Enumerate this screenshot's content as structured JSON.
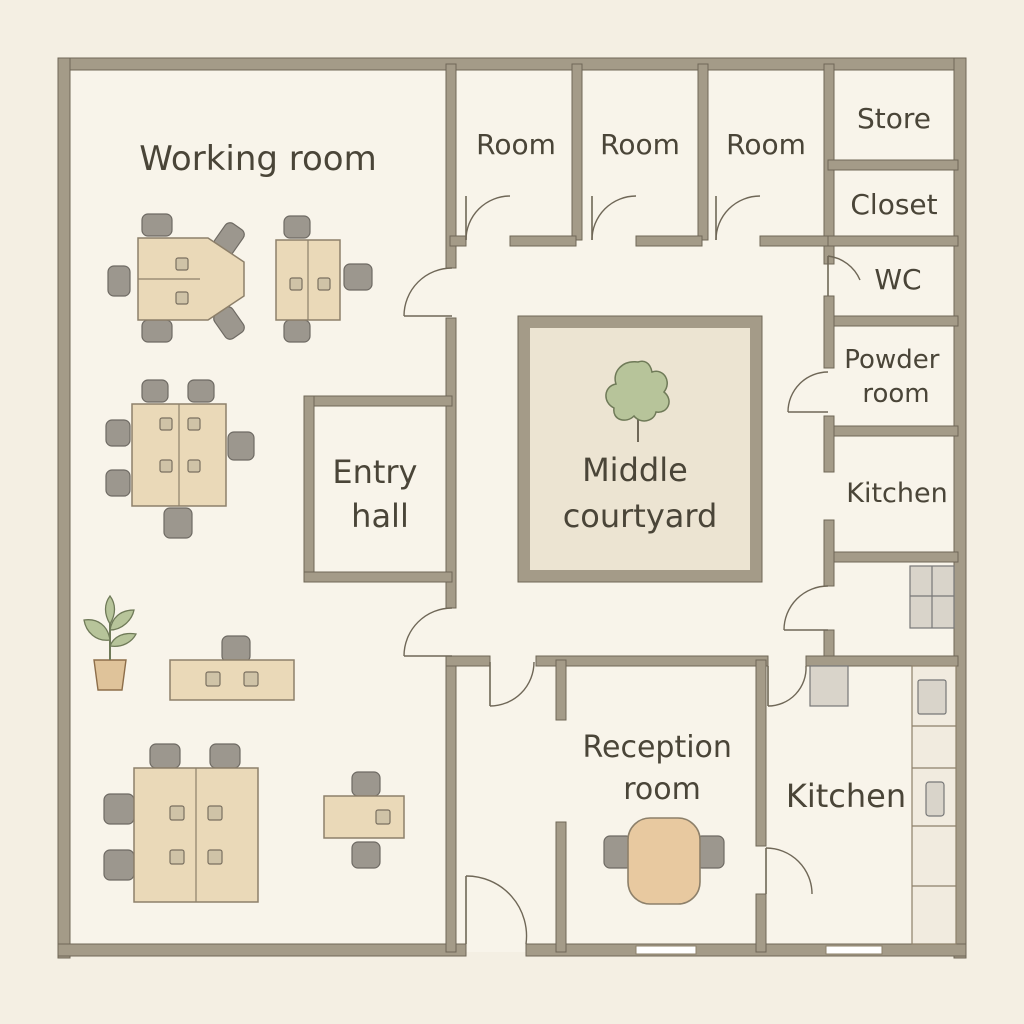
{
  "plan": {
    "rooms": [
      {
        "id": "working-room",
        "lines": [
          "Working room"
        ]
      },
      {
        "id": "room-1",
        "lines": [
          "Room"
        ]
      },
      {
        "id": "room-2",
        "lines": [
          "Room"
        ]
      },
      {
        "id": "room-3",
        "lines": [
          "Room"
        ]
      },
      {
        "id": "store",
        "lines": [
          "Store"
        ]
      },
      {
        "id": "closet",
        "lines": [
          "Closet"
        ]
      },
      {
        "id": "wc",
        "lines": [
          "WC"
        ]
      },
      {
        "id": "powder-room",
        "lines": [
          "Powder",
          "room"
        ]
      },
      {
        "id": "kitchen-east",
        "lines": [
          "Kitchen"
        ]
      },
      {
        "id": "entry-hall",
        "lines": [
          "Entry",
          "hall"
        ]
      },
      {
        "id": "middle-courtyard",
        "lines": [
          "Middle",
          "courtyard"
        ]
      },
      {
        "id": "reception-room",
        "lines": [
          "Reception",
          "room"
        ]
      },
      {
        "id": "kitchen-south",
        "lines": [
          "Kitchen"
        ]
      }
    ],
    "colors": {
      "background": "#f4efe3",
      "wall": "#a49b88",
      "furniture": "#ead9b8",
      "chair": "#9c978e",
      "courtyard": "#ece4d2",
      "plant": "#b7c49a"
    }
  }
}
